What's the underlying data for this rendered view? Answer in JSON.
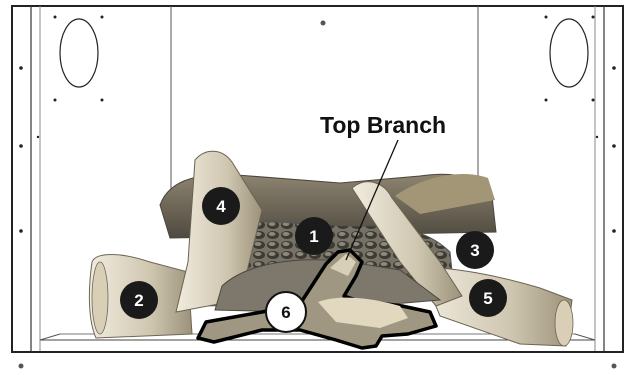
{
  "diagram": {
    "title_label": "Top Branch",
    "callouts": [
      {
        "number": "1",
        "style": "dark"
      },
      {
        "number": "2",
        "style": "dark"
      },
      {
        "number": "3",
        "style": "dark"
      },
      {
        "number": "4",
        "style": "dark"
      },
      {
        "number": "5",
        "style": "dark"
      },
      {
        "number": "6",
        "style": "light"
      }
    ],
    "colors": {
      "callout_dark": "#1a1a1a",
      "callout_light": "#ffffff",
      "frame_line": "#222222",
      "outline": "#000000"
    }
  }
}
